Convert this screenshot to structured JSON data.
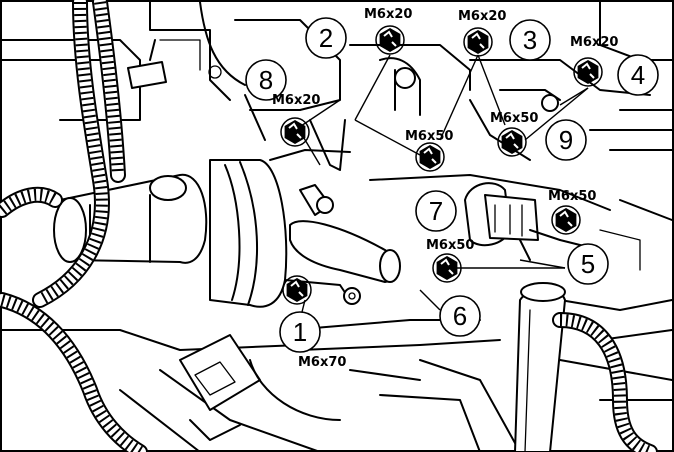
{
  "figure": {
    "frame_color": "#000000",
    "background_color": "#ffffff",
    "callouts": [
      {
        "num": "1",
        "spec": "M6x70"
      },
      {
        "num": "2",
        "spec": "M6x20"
      },
      {
        "num": "3",
        "spec": "M6x20"
      },
      {
        "num": "4",
        "spec": "M6x20"
      },
      {
        "num": "5",
        "spec": "M6x50"
      },
      {
        "num": "6",
        "spec": "M6x50"
      },
      {
        "num": "7",
        "spec": "M6x50"
      },
      {
        "num": "8",
        "spec": "M6x20"
      },
      {
        "num": "9",
        "spec": "M6x50"
      }
    ]
  }
}
